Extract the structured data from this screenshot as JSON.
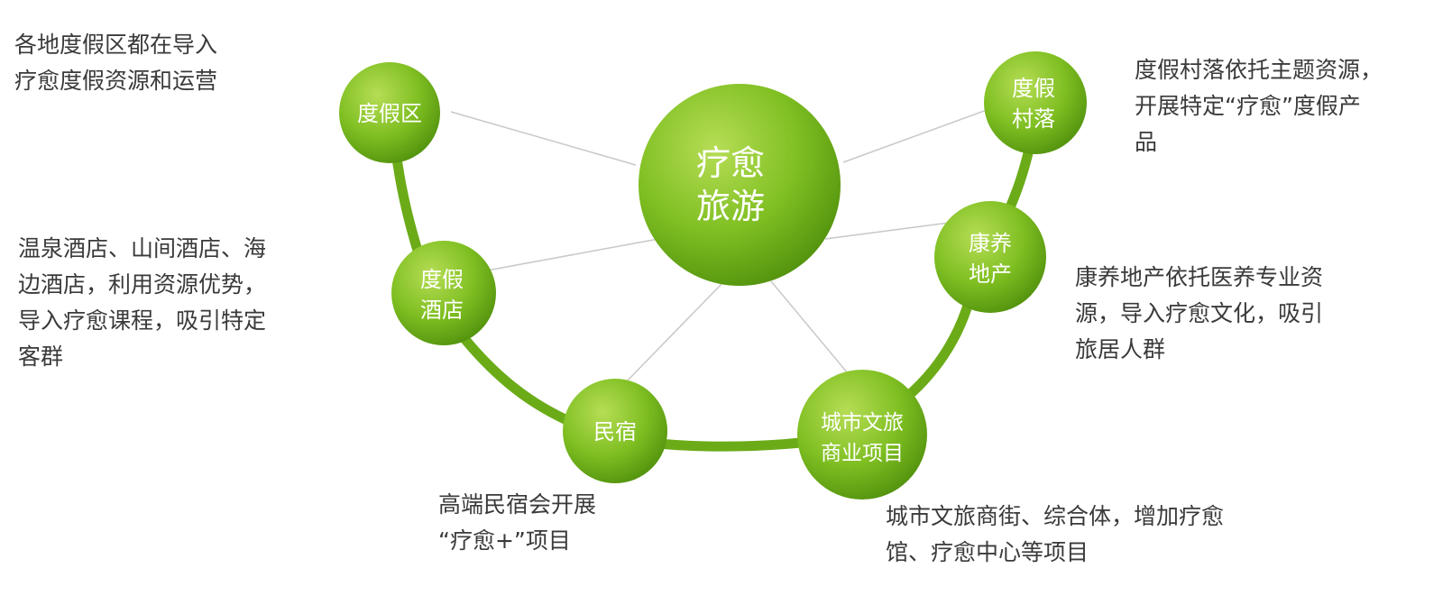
{
  "colors": {
    "arc": "#6bab18",
    "node_light": "#b6dd55",
    "node_mid": "#7fbf22",
    "node_dark": "#4f8f0c",
    "spoke": "#c8c8c8",
    "text": "#3a3a3a"
  },
  "center": {
    "label": [
      "疗愈",
      "旅游"
    ]
  },
  "nodes": [
    {
      "id": "resort",
      "label": [
        "度假区"
      ]
    },
    {
      "id": "village",
      "label": [
        "度假",
        "村落"
      ]
    },
    {
      "id": "hotel",
      "label": [
        "度假",
        "酒店"
      ]
    },
    {
      "id": "wellness",
      "label": [
        "康养",
        "地产"
      ]
    },
    {
      "id": "homestay",
      "label": [
        "民宿"
      ]
    },
    {
      "id": "urban",
      "label": [
        "城市文旅",
        "商业项目"
      ]
    }
  ],
  "descriptions": {
    "resort": "各地度假区都在导入\n疗愈度假资源和运营",
    "village": "度假村落依托主题资源，\n开展特定“疗愈”度假产\n品",
    "hotel": "温泉酒店、山间酒店、海\n边酒店，利用资源优势，\n导入疗愈课程，吸引特定\n客群",
    "wellness": "康养地产依托医养专业资\n源，导入疗愈文化，吸引\n旅居人群",
    "homestay": "高端民宿会开展\n  “疗愈+”项目",
    "urban": "城市文旅商街、综合体，增加疗愈\n馆、疗愈中心等项目"
  }
}
